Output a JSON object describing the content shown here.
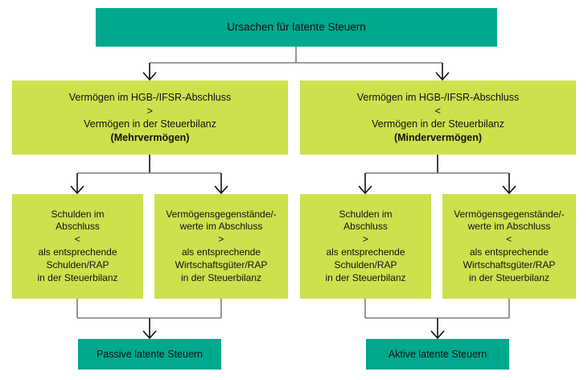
{
  "diagram": {
    "title_text": "Ursachen für latente Steuern",
    "colors": {
      "teal": "#00a88e",
      "green": "#cfe04d",
      "connector": "#7d7d7d",
      "arrow": "#111111",
      "text": "#111111",
      "background": "#ffffff"
    },
    "nodes": {
      "root": {
        "label": "Ursachen für latente Steuern",
        "fill": "teal",
        "level": 0
      },
      "mehrvermoegen": {
        "line1": "Vermögen im HGB-/IFSR-Abschluss",
        "operator": ">",
        "line2": "Vermögen in der Steuerbilanz",
        "line3": "(Mehrvermögen)",
        "fill": "green",
        "level": 1
      },
      "mindervermoegen": {
        "line1": "Vermögen im HGB-/IFSR-Abschluss",
        "operator": "<",
        "line2": "Vermögen in der Steuerbilanz",
        "line3": "(Mindervermögen)",
        "fill": "green",
        "level": 1
      },
      "schulden_kleiner": {
        "line1": "Schulden im",
        "line2": "Abschluss",
        "operator": "<",
        "line3": "als entsprechende",
        "line4": "Schulden/RAP",
        "line5": "in der Steuerbilanz",
        "fill": "green",
        "level": 2
      },
      "vermoegen_groesser": {
        "line1": "Vermögensgegenstände/-",
        "line2": "werte im Abschluss",
        "operator": ">",
        "line3": "als entsprechende",
        "line4": "Wirtschaftsgüter/RAP",
        "line5": "in der Steuerbilanz",
        "fill": "green",
        "level": 2
      },
      "schulden_groesser": {
        "line1": "Schulden im",
        "line2": "Abschluss",
        "operator": ">",
        "line3": "als entsprechende",
        "line4": "Schulden/RAP",
        "line5": "in der Steuerbilanz",
        "fill": "green",
        "level": 2
      },
      "vermoegen_kleiner": {
        "line1": "Vermögensgegenstände/-",
        "line2": "werte im Abschluss",
        "operator": "<",
        "line3": "als entsprechende",
        "line4": "Wirtschaftsgüter/RAP",
        "line5": "in der Steuerbilanz",
        "fill": "green",
        "level": 2
      },
      "passive": {
        "label": "Passive latente Steuern",
        "fill": "teal",
        "level": 3
      },
      "aktive": {
        "label": "Aktive latente Steuern",
        "fill": "teal",
        "level": 3
      }
    },
    "edges": [
      {
        "from": "root",
        "to": "mehrvermoegen",
        "style": "split-arrow"
      },
      {
        "from": "root",
        "to": "mindervermoegen",
        "style": "split-arrow"
      },
      {
        "from": "mehrvermoegen",
        "to": "schulden_kleiner",
        "style": "split-arrow"
      },
      {
        "from": "mehrvermoegen",
        "to": "vermoegen_groesser",
        "style": "split-arrow"
      },
      {
        "from": "mindervermoegen",
        "to": "schulden_groesser",
        "style": "split-arrow"
      },
      {
        "from": "mindervermoegen",
        "to": "vermoegen_kleiner",
        "style": "split-arrow"
      },
      {
        "from": "schulden_kleiner",
        "to": "passive",
        "style": "merge-arrow"
      },
      {
        "from": "vermoegen_groesser",
        "to": "passive",
        "style": "merge-arrow"
      },
      {
        "from": "schulden_groesser",
        "to": "aktive",
        "style": "merge-arrow"
      },
      {
        "from": "vermoegen_kleiner",
        "to": "aktive",
        "style": "merge-arrow"
      }
    ]
  }
}
